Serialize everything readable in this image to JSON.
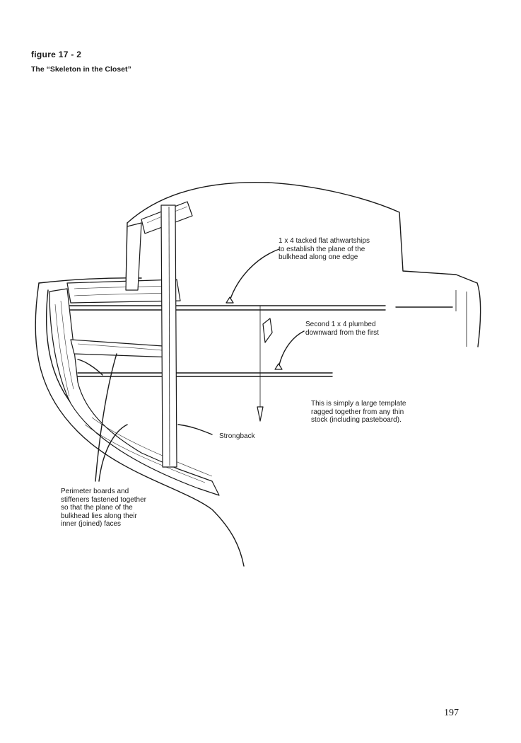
{
  "figure": {
    "number": "figure 17 - 2",
    "title": "The “Skeleton in the Closet”"
  },
  "callouts": {
    "tacked": "1 x 4 tacked flat athwartships\nto establish the plane of the\nbulkhead along one edge",
    "plumbed": "Second 1 x 4 plumbed\ndownward from the first",
    "template": "This is simply a large template\nragged together from any thin\nstock (including pasteboard).",
    "strongback": "Strongback",
    "perimeter": "Perimeter boards and\nstiffeners fastened together\nso that the plane of the\nbulkhead lies along their\ninner (joined) faces"
  },
  "page_number": "197"
}
